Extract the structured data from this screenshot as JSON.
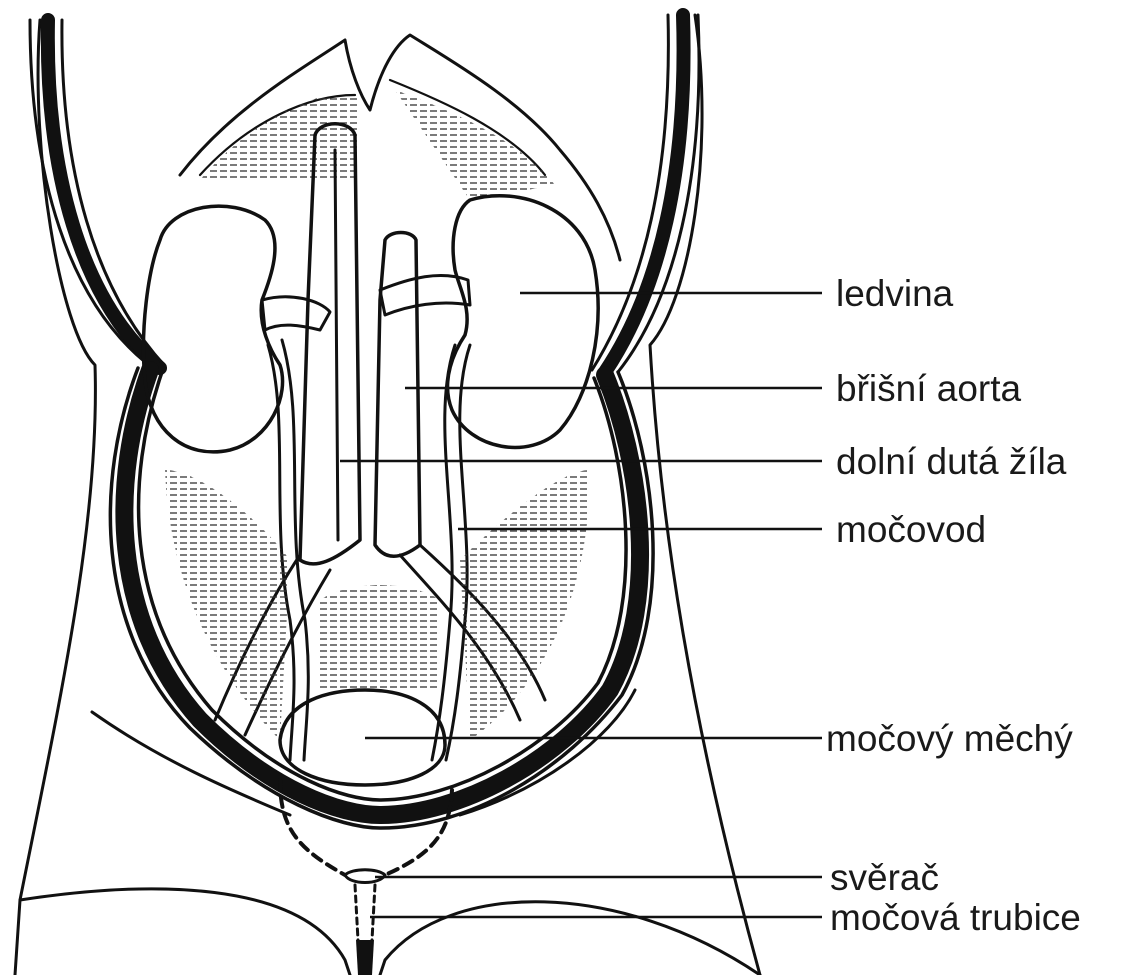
{
  "figure": {
    "labels": [
      {
        "id": "kidney",
        "text": "ledvina"
      },
      {
        "id": "aorta",
        "text": "břišní aorta"
      },
      {
        "id": "vena-cava",
        "text": "dolní dutá žíla"
      },
      {
        "id": "ureter",
        "text": "močovod"
      },
      {
        "id": "bladder",
        "text": "močový měchý"
      },
      {
        "id": "sphincter",
        "text": "svěrač"
      },
      {
        "id": "urethra",
        "text": "močová trubice"
      }
    ]
  },
  "colors": {
    "ink": "#111111",
    "background": "#ffffff"
  }
}
